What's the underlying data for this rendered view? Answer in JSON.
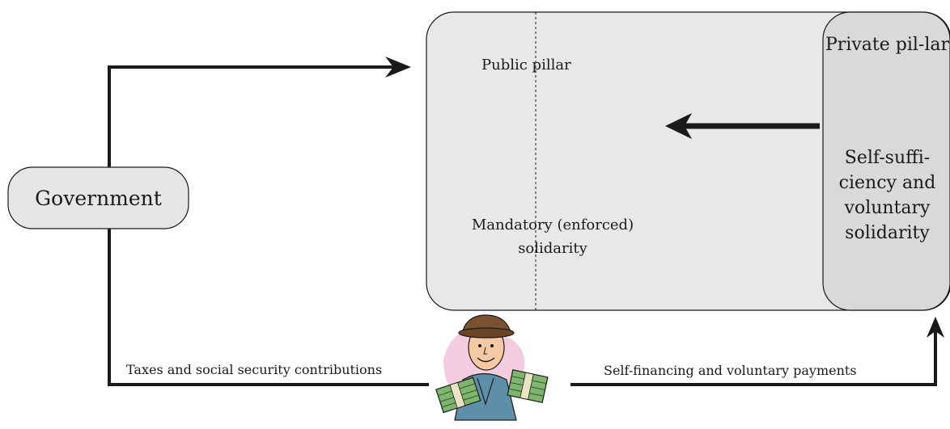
{
  "government": {
    "label": "Government"
  },
  "public_pillar": {
    "title": "Public pillar",
    "subtitle": "Mandatory (enforced) solidarity"
  },
  "private_pillar": {
    "title": "Private pil-lar",
    "subtitle": "Self-suffi-ciency and voluntary solidarity"
  },
  "flows": {
    "taxes": "Taxes and social security contributions",
    "self_financing": "Self-financing and voluntary payments"
  },
  "illustration": {
    "icon": "person-with-money-icon"
  },
  "colors": {
    "public_fill": "#e8e8e8",
    "private_fill": "#d9d9d9",
    "government_fill": "#e6e6e6",
    "stroke": "#1a1a1a"
  }
}
